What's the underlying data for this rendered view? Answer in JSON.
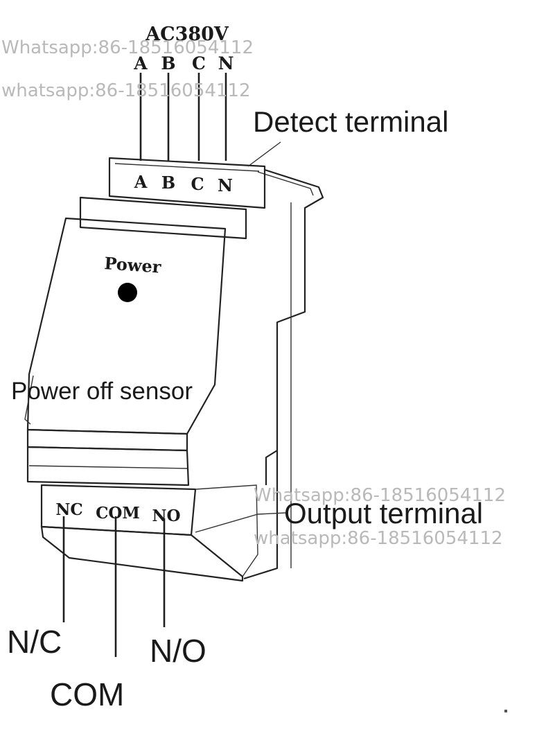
{
  "diagram": {
    "voltage_label": "AC380V",
    "top_phase_labels": [
      "A",
      "B",
      "C",
      "N"
    ],
    "terminal_phase_labels": [
      "A",
      "B",
      "C",
      "N"
    ],
    "detect_terminal_label": "Detect terminal",
    "power_label": "Power",
    "device_name": "Power off sensor",
    "output_terminal_label": "Output terminal",
    "output_pin_labels": [
      "NC",
      "COM",
      "NO"
    ],
    "output_wire_labels": [
      "N/C",
      "COM",
      "N/O"
    ],
    "colors": {
      "line": "#222222",
      "text": "#1a1a1a",
      "watermark": "#b9b9b9",
      "indicator": "#000000"
    }
  },
  "watermarks": [
    "Whatsapp:86-18516054112",
    "whatsapp:86-18516054112",
    "Whatsapp:86-18516054112",
    "whatsapp:86-18516054112"
  ]
}
